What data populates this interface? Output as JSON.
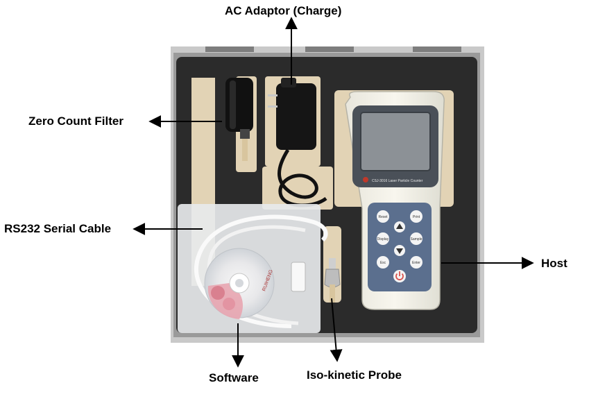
{
  "labels": {
    "ac_adaptor": "AC Adaptor (Charge)",
    "zero_count_filter": "Zero Count Filter",
    "rs232_cable": "RS232 Serial Cable",
    "host": "Host",
    "software": "Software",
    "probe": "Iso-kinetic Probe"
  },
  "device": {
    "buttons": [
      "Reset",
      "Print",
      "Display",
      "Sample",
      "Esc",
      "Enter"
    ],
    "screen_caption": "CSJ-3016 Laser Particle Counter"
  },
  "cd": {
    "brand": "RUIHENG"
  },
  "colors": {
    "case_frame": "#c9c9c9",
    "foam": "#2b2b2b",
    "cutout": "#e2d3b5",
    "device_body": "#f2f0e6",
    "keypad": "#5b6f8e",
    "power_button": "#d9534f"
  }
}
